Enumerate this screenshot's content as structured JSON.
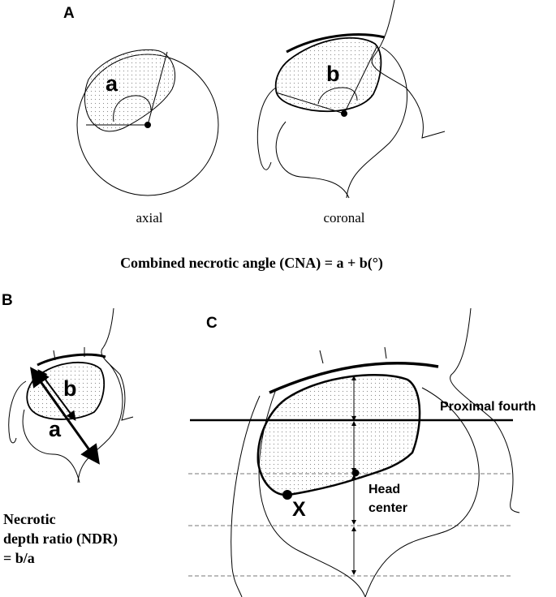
{
  "panels": {
    "a": {
      "letter": "A",
      "axial_label": "axial",
      "coronal_label": "coronal",
      "angle_a": "a",
      "angle_b": "b",
      "formula": "Combined necrotic angle (CNA) = a + b(°)"
    },
    "b": {
      "letter": "B",
      "segment_b": "b",
      "segment_a": "a",
      "ndr_line1": "Necrotic",
      "ndr_line2": "depth ratio (NDR)",
      "ndr_line3": "= b/a"
    },
    "c": {
      "letter": "C",
      "proximal_fourth": "Proximal fourth",
      "head_line1": "Head",
      "head_line2": "center",
      "point_x": "X"
    }
  },
  "colors": {
    "ink": "#000000",
    "dashed": "#777777",
    "stipple": "#8a8a8a"
  }
}
